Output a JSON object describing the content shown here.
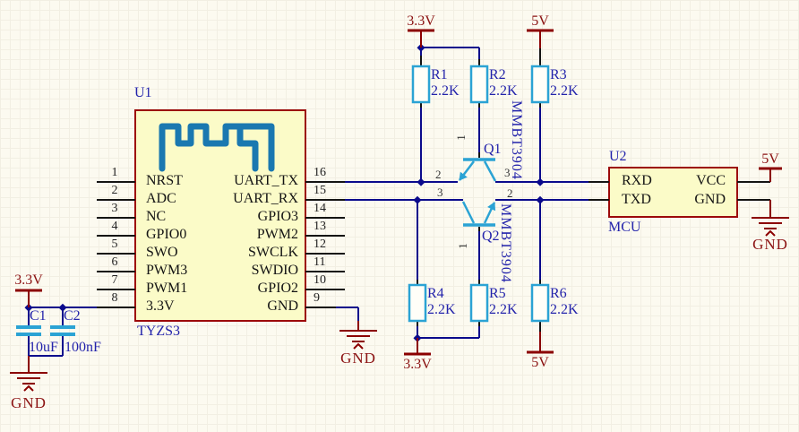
{
  "schematic": {
    "u1": {
      "ref": "U1",
      "part": "TYZS3",
      "left_pins": [
        {
          "num": "1",
          "name": "NRST"
        },
        {
          "num": "2",
          "name": "ADC"
        },
        {
          "num": "3",
          "name": "NC"
        },
        {
          "num": "4",
          "name": "GPIO0"
        },
        {
          "num": "5",
          "name": "SWO"
        },
        {
          "num": "6",
          "name": "PWM3"
        },
        {
          "num": "7",
          "name": "PWM1"
        },
        {
          "num": "8",
          "name": "3.3V"
        }
      ],
      "right_pins": [
        {
          "num": "16",
          "name": "UART_TX"
        },
        {
          "num": "15",
          "name": "UART_RX"
        },
        {
          "num": "14",
          "name": "GPIO3"
        },
        {
          "num": "13",
          "name": "PWM2"
        },
        {
          "num": "12",
          "name": "SWCLK"
        },
        {
          "num": "11",
          "name": "SWDIO"
        },
        {
          "num": "10",
          "name": "GPIO2"
        },
        {
          "num": "9",
          "name": "GND"
        }
      ]
    },
    "u2": {
      "ref": "U2",
      "part": "MCU",
      "pins": {
        "rxd": "RXD",
        "txd": "TXD",
        "vcc": "VCC",
        "gnd": "GND"
      }
    },
    "resistors": [
      {
        "ref": "R1",
        "value": "2.2K"
      },
      {
        "ref": "R2",
        "value": "2.2K"
      },
      {
        "ref": "R3",
        "value": "2.2K"
      },
      {
        "ref": "R4",
        "value": "2.2K"
      },
      {
        "ref": "R5",
        "value": "2.2K"
      },
      {
        "ref": "R6",
        "value": "2.2K"
      }
    ],
    "transistors": [
      {
        "ref": "Q1",
        "part": "MMBT3904",
        "pin_base": "1",
        "pin_emitter": "2",
        "pin_collector": "3"
      },
      {
        "ref": "Q2",
        "part": "MMBT3904",
        "pin_base": "1",
        "pin_emitter": "2",
        "pin_collector": "3"
      }
    ],
    "capacitors": [
      {
        "ref": "C1",
        "value": "10uF"
      },
      {
        "ref": "C2",
        "value": "100nF"
      }
    ],
    "power": {
      "v3_3": "3.3V",
      "v5": "5V",
      "gnd": "GND"
    }
  },
  "colors": {
    "wire": "#0A0A8C",
    "power": "#8B0000",
    "component_outline": "#2BA3D4",
    "antenna": "#1A78B0",
    "designator_text": "#2323AB",
    "chip_fill": "#FBFBC8",
    "chip_border": "#9C0A0A",
    "background": "#FCFAF0"
  }
}
